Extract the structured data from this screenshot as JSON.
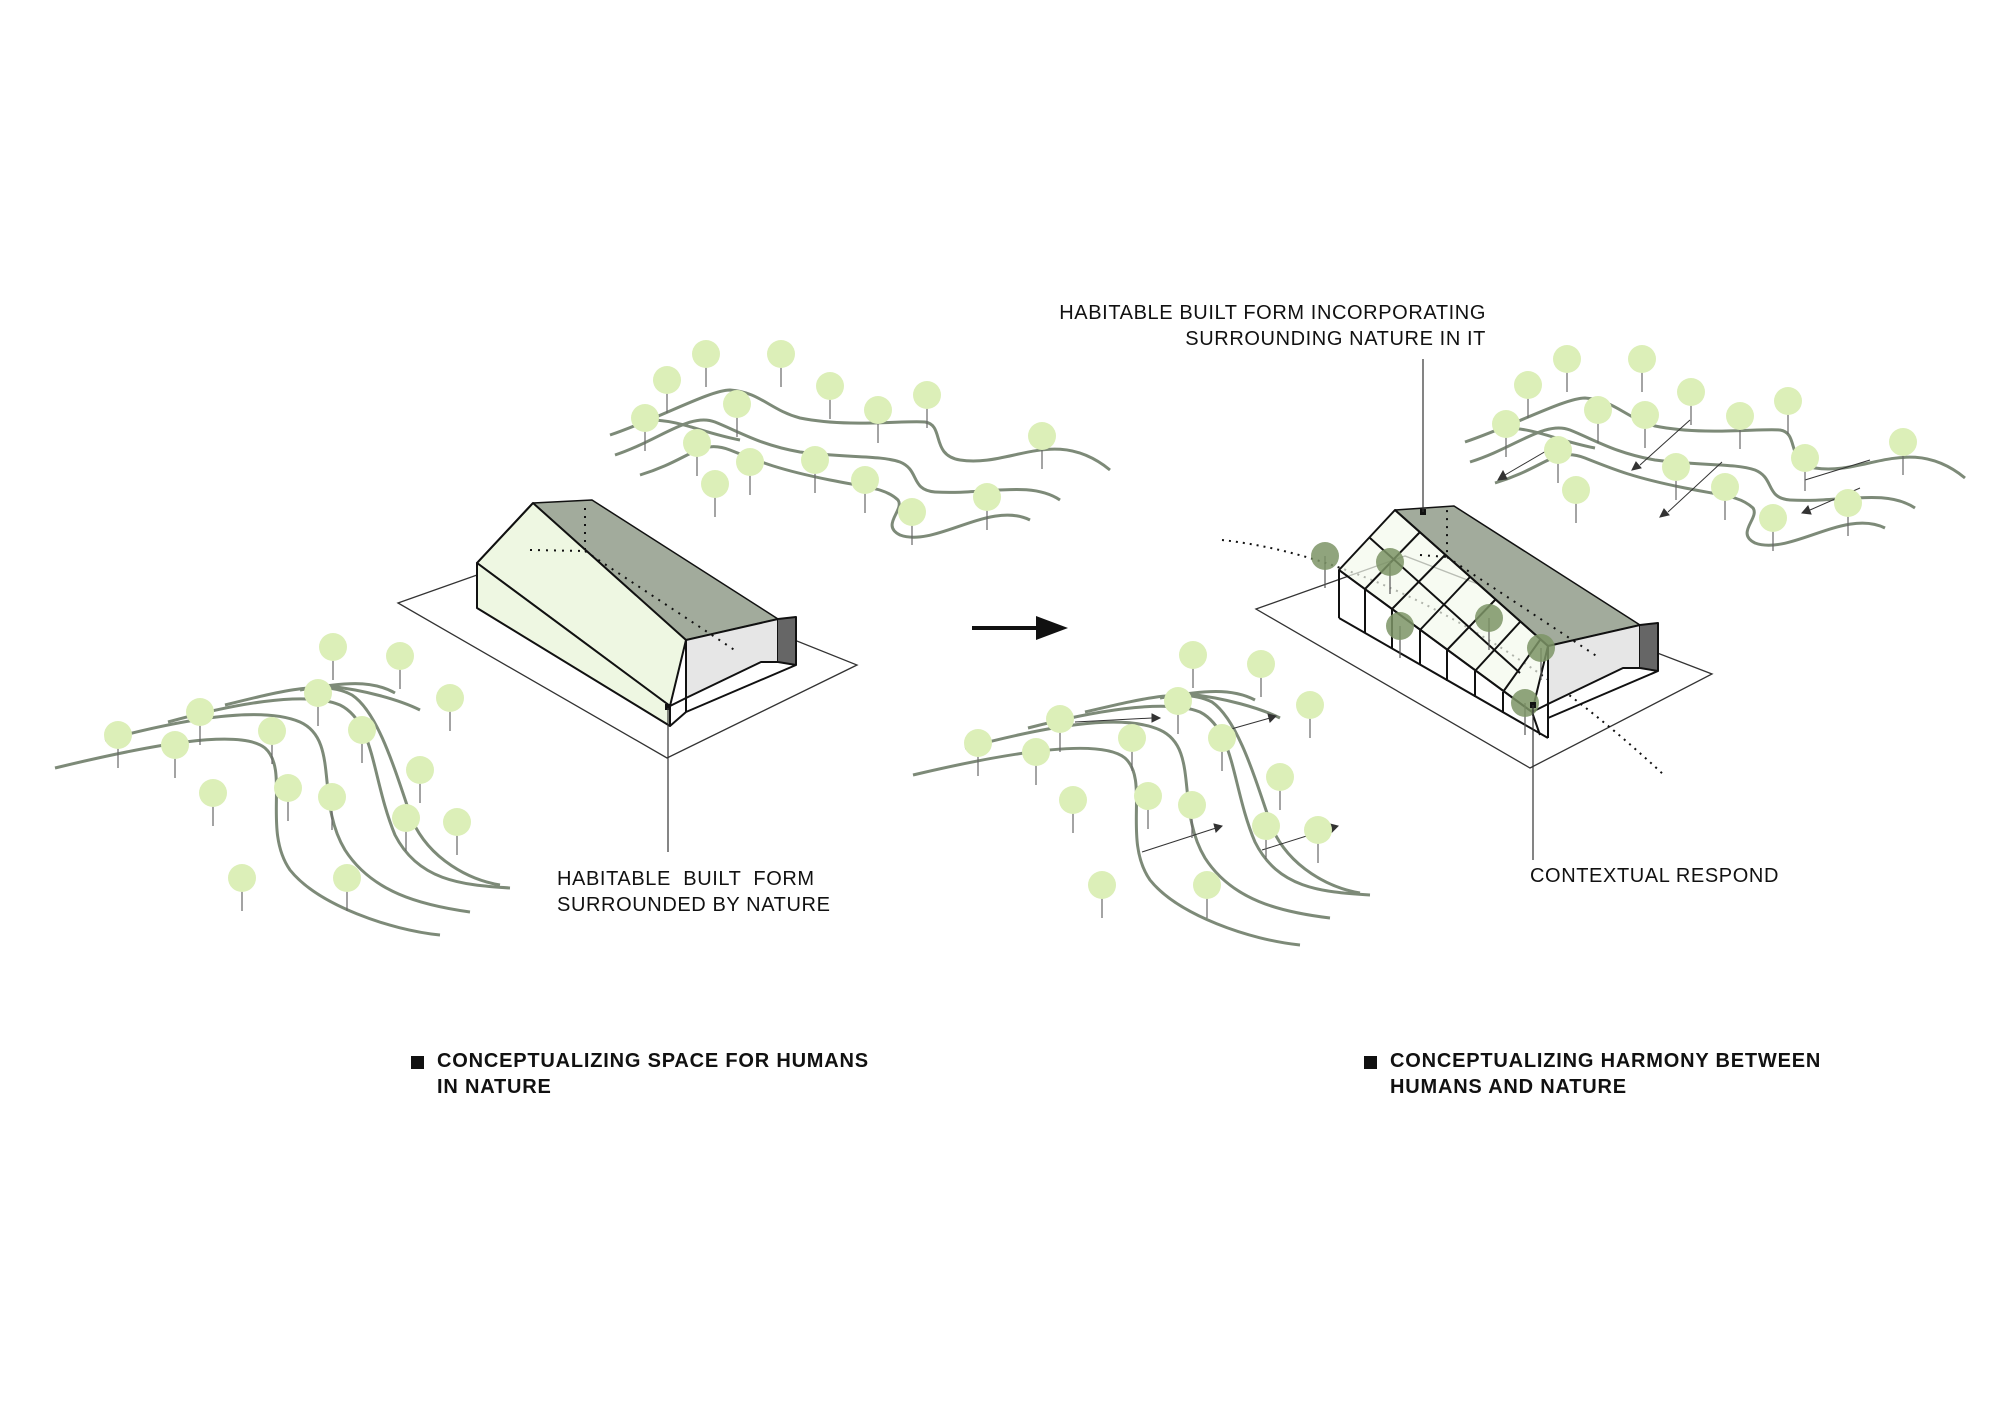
{
  "colors": {
    "tree": "#dcefb8",
    "tree_dark": "#7d9466",
    "contour": "#7d8a78",
    "roof_dark": "#a2ab9c",
    "wall_light": "#eef7e2",
    "gable": "#e6e6e6",
    "line": "#111111"
  },
  "left": {
    "annotation_line1": "HABITABLE  BUILT  FORM",
    "annotation_line2": "SURROUNDED BY NATURE",
    "caption_line1": "CONCEPTUALIZING SPACE FOR HUMANS",
    "caption_line2": "IN NATURE"
  },
  "right": {
    "annotation_top_line1": "HABITABLE BUILT FORM INCORPORATING",
    "annotation_top_line2": "SURROUNDING NATURE IN IT",
    "annotation_bottom": "CONTEXTUAL RESPOND",
    "caption_line1": "CONCEPTUALIZING HARMONY BETWEEN",
    "caption_line2": "HUMANS AND NATURE"
  },
  "icons": [
    "arrow-right-icon",
    "square-bullet-icon",
    "tree-icon"
  ]
}
